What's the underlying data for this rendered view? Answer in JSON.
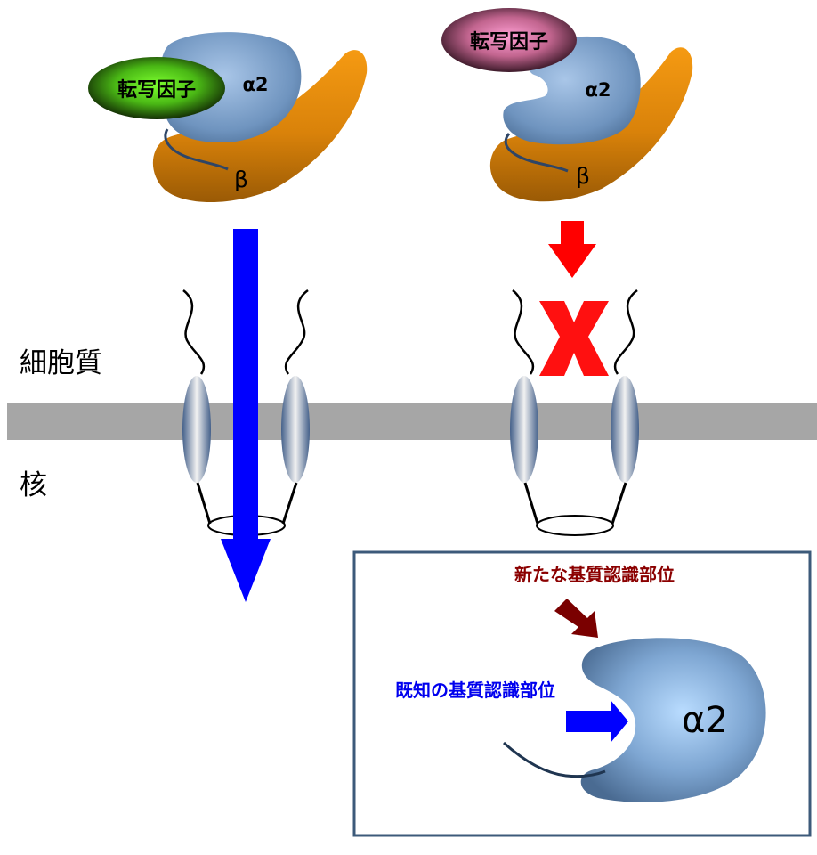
{
  "compartments": {
    "cytoplasm": "細胞質",
    "nucleus": "核"
  },
  "left_complex": {
    "factor": "転写因子",
    "alpha": "α2",
    "beta": "β",
    "factor_color": "#5fcf1e"
  },
  "right_complex": {
    "factor": "転写因子",
    "alpha": "α2",
    "beta": "β",
    "factor_color": "#e07ab5"
  },
  "legend": {
    "new_site": "新たな基質認識部位",
    "known_site": "既知の基質認識部位",
    "alpha": "α2"
  },
  "colors": {
    "membrane": "#a6a6a6",
    "import_arrow": "#0000ff",
    "block_arrow": "#ff0000",
    "new_site_text": "#8b0000",
    "known_site_text": "#0000ee",
    "alpha_protein": "#6f94bf",
    "beta_protein": "#c7780a"
  },
  "icons": [
    "blue-arrow-icon",
    "red-arrow-icon",
    "x-mark-icon",
    "maroon-arrow-icon"
  ]
}
